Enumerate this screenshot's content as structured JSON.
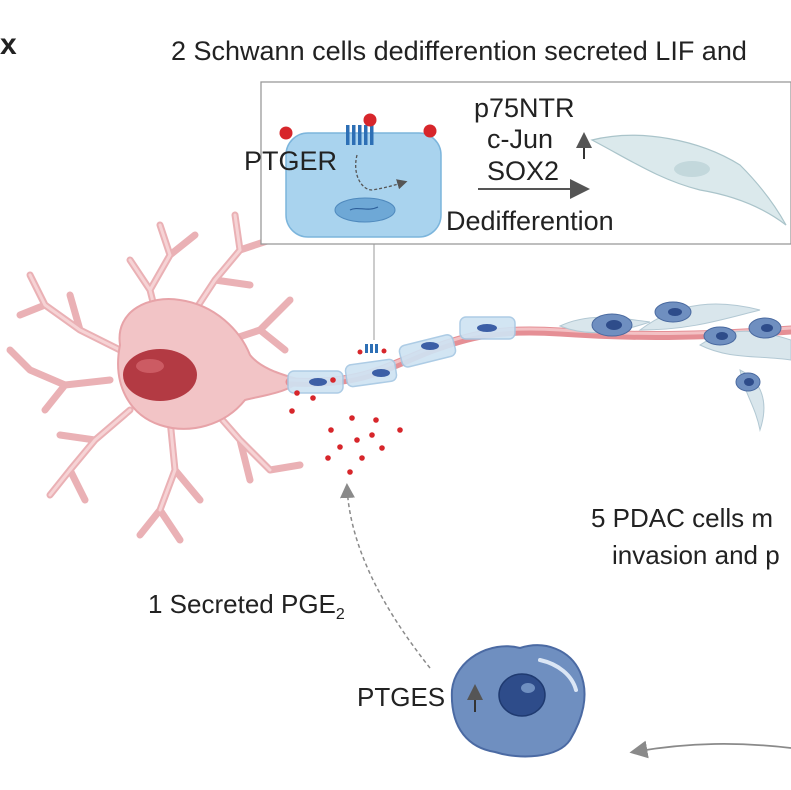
{
  "panel_mark": "x",
  "title_schwann": "2 Schwann cells dedifferention secreted LIF and",
  "inset": {
    "receptor_label": "PTGER",
    "markers": [
      "p75NTR",
      "c-Jun",
      "SOX2"
    ],
    "process_label": "Dedifferention"
  },
  "step_pdac_line1": "5 PDAC cells m",
  "step_pdac_line2": "invasion and p",
  "step_pge2_prefix": "1 Secreted PGE",
  "step_pge2_subscript": "2",
  "enzyme_label": "PTGES",
  "colors": {
    "neuron_fill": "#f2c4c6",
    "neuron_stroke": "#e7a3a8",
    "nucleus": "#b33a43",
    "axon": "#e58f95",
    "pge2_dot": "#d7262b",
    "schwann_fill": "#cfe3f3",
    "schwann_nucleus": "#3c5fa6",
    "cancer_cell": "#6f8fc0",
    "cancer_nucleus": "#2e4c8a",
    "inset_cell": "#a9d3ee",
    "receptor": "#2d6fb5",
    "border_gray": "#9a9a9a"
  }
}
